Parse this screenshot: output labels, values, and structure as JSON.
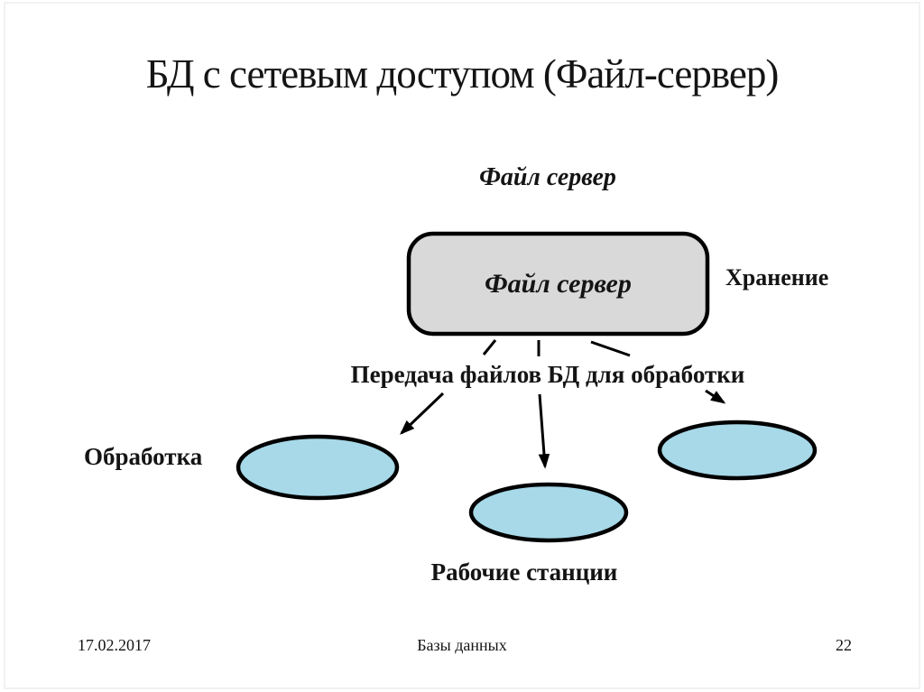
{
  "slide": {
    "title": "БД с сетевым доступом (Файл-сервер)",
    "diagram": {
      "server_label_top": "Файл сервер",
      "server_box_label": "Файл сервер",
      "storage_label": "Хранение",
      "transfer_label": "Передача файлов БД для обработки",
      "processing_label": "Обработка",
      "workstations_label": "Рабочие станции"
    },
    "footer": {
      "date": "17.02.2017",
      "course": "Базы данных",
      "page_number": "22"
    },
    "colors": {
      "box_fill": "#d9d9d9",
      "ellipse_fill": "#a7d9e8",
      "outline": "#000000",
      "text_color": "#141414"
    }
  }
}
